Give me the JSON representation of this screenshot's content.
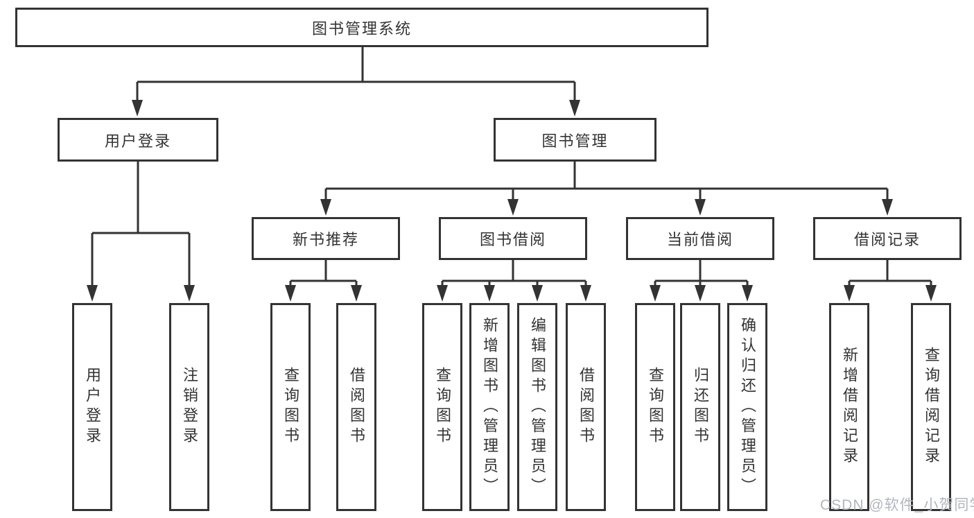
{
  "tree": {
    "label": "图书管理系统",
    "children": [
      {
        "label": "用户登录",
        "children": [
          {
            "label": "用户登录"
          },
          {
            "label": "注销登录"
          }
        ]
      },
      {
        "label": "图书管理",
        "children": [
          {
            "label": "新书推荐",
            "children": [
              {
                "label": "查询图书"
              },
              {
                "label": "借阅图书"
              }
            ]
          },
          {
            "label": "图书借阅",
            "children": [
              {
                "label": "查询图书"
              },
              {
                "label": "新增图书（管理员）"
              },
              {
                "label": "编辑图书（管理员）"
              },
              {
                "label": "借阅图书"
              }
            ]
          },
          {
            "label": "当前借阅",
            "children": [
              {
                "label": "查询图书"
              },
              {
                "label": "归还图书"
              },
              {
                "label": "确认归还（管理员）"
              }
            ]
          },
          {
            "label": "借阅记录",
            "children": [
              {
                "label": "新增借阅记录"
              },
              {
                "label": "查询借阅记录"
              }
            ]
          }
        ]
      }
    ]
  },
  "watermark": {
    "text": "CSDN @软件_小贺同学"
  },
  "colors": {
    "line": "#333333",
    "box_border": "#333333",
    "box_background": "#ffffff",
    "text": "#333333",
    "watermark": "#b2b6bd",
    "page_background": "#ffffff"
  }
}
